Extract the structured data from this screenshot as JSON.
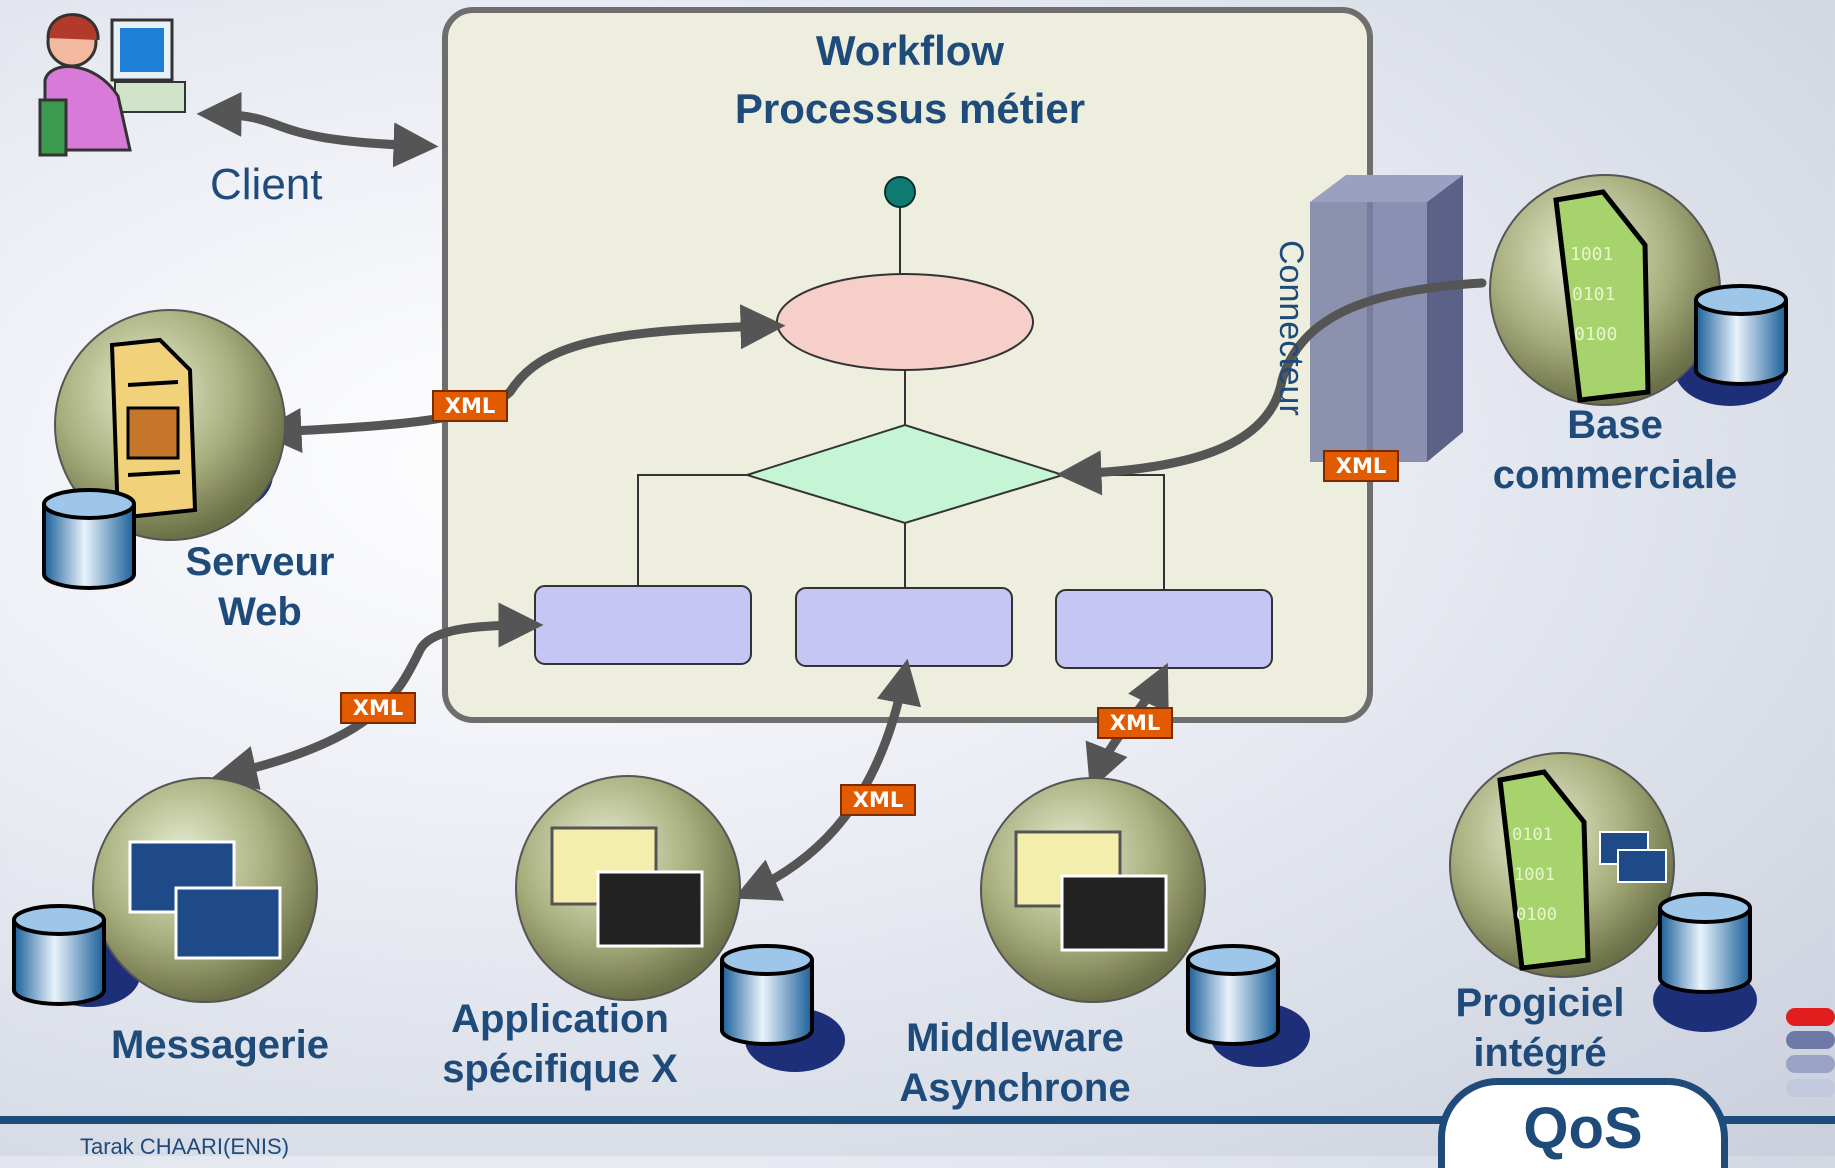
{
  "workflow": {
    "title_line1": "Workflow",
    "title_line2": "Processus métier"
  },
  "client": {
    "label": "Client"
  },
  "connector": {
    "label": "Connecteur"
  },
  "xml_tag": "XML",
  "nodes": {
    "web_server": {
      "line1": "Serveur",
      "line2": "Web"
    },
    "commercial_db": {
      "line1": "Base",
      "line2": "commerciale"
    },
    "messaging": {
      "line1": "Messagerie"
    },
    "specific_app": {
      "line1": "Application",
      "line2": "spécifique X"
    },
    "middleware": {
      "line1": "Middleware",
      "line2": "Asynchrone"
    },
    "erp": {
      "line1": "Progiciel",
      "line2": "intégré"
    }
  },
  "footer": {
    "author": "Tarak CHAARI(ENIS)",
    "qos": "QoS"
  },
  "colors": {
    "title": "#1f4b7a",
    "panel": "#eeeedf",
    "ellipse": "#f6cfc8",
    "diamond": "#c6f5d6",
    "task": "#c6c6f5",
    "xml": "#e35b00",
    "nav_active": "#e11d1d",
    "nav": "#6d7aa6"
  }
}
